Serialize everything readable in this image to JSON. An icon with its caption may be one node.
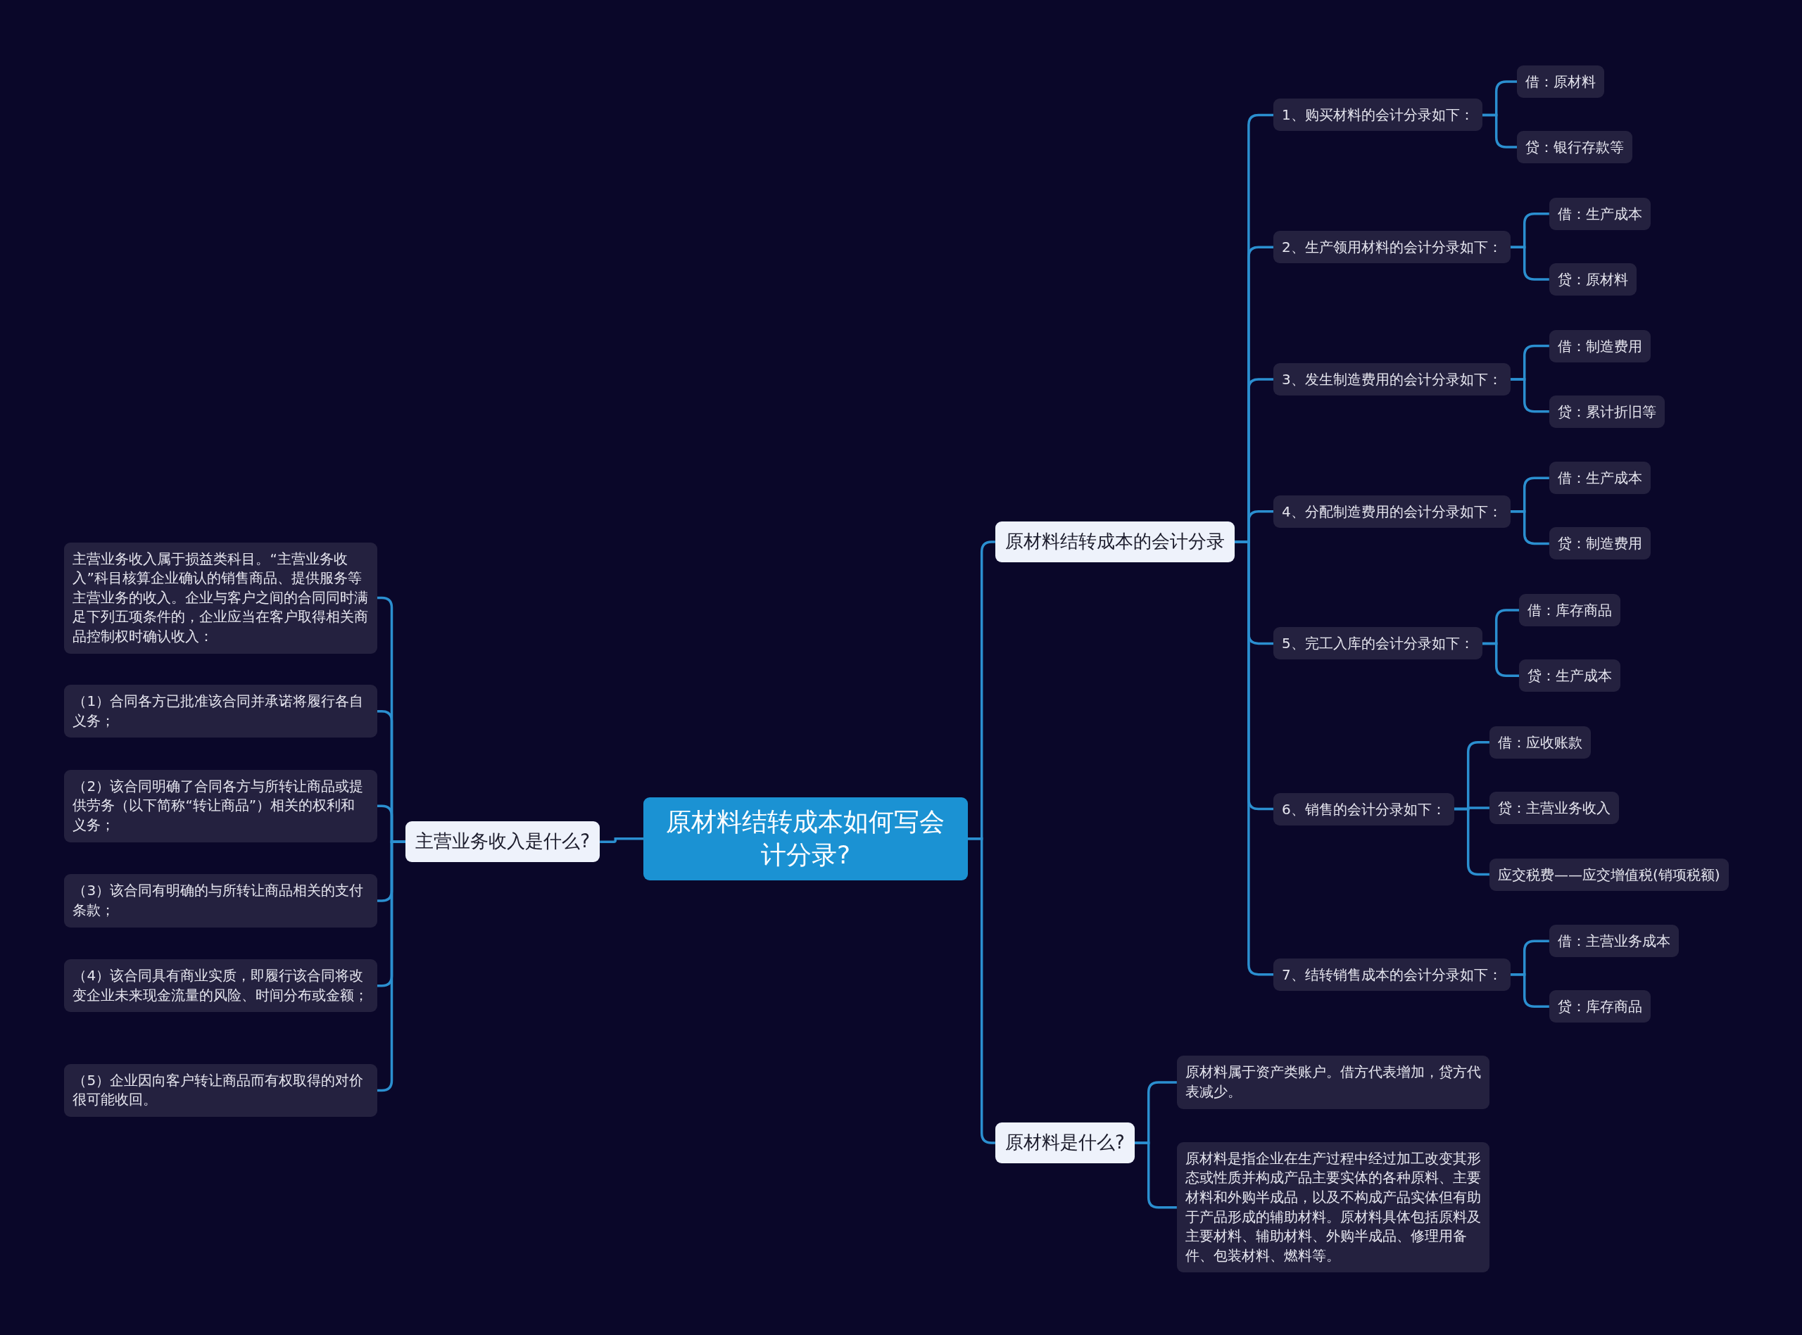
{
  "diagram": {
    "nodes": [
      {
        "text": [
          "原材料结转成本如何写会计分录?"
        ]
      },
      {
        "text": [
          "原材料结转成本的会计分录"
        ]
      },
      {
        "text": [
          "1、购买材料的会计分录如下："
        ]
      },
      {
        "text": [
          "借：原材料"
        ]
      },
      {
        "text": [
          "贷：银行存款等"
        ]
      },
      {
        "text": [
          "2、生产领用材料的会计分录如下："
        ]
      },
      {
        "text": [
          "借：生产成本"
        ]
      },
      {
        "text": [
          "贷：原材料"
        ]
      },
      {
        "text": [
          "3、发生制造费用的会计分录如下："
        ]
      },
      {
        "text": [
          "借：制造费用"
        ]
      },
      {
        "text": [
          "贷：累计折旧等"
        ]
      },
      {
        "text": [
          "4、分配制造费用的会计分录如下："
        ]
      },
      {
        "text": [
          "借：生产成本"
        ]
      },
      {
        "text": [
          "贷：制造费用"
        ]
      },
      {
        "text": [
          "5、完工入库的会计分录如下："
        ]
      },
      {
        "text": [
          "借：库存商品"
        ]
      },
      {
        "text": [
          "贷：生产成本"
        ]
      },
      {
        "text": [
          "6、销售的会计分录如下："
        ]
      },
      {
        "text": [
          "借：应收账款"
        ]
      },
      {
        "text": [
          "贷：主营业务收入"
        ]
      },
      {
        "text": [
          "应交税费——应交增值税(销项税额)"
        ]
      },
      {
        "text": [
          "7、结转销售成本的会计分录如下："
        ]
      },
      {
        "text": [
          "借：主营业务成本"
        ]
      },
      {
        "text": [
          "贷：库存商品"
        ]
      },
      {
        "text": [
          "原材料是什么?"
        ]
      },
      {
        "text": [
          "原材料属于资产类账户。借方代表增加，贷方代表减少。"
        ]
      },
      {
        "text": [
          "原材料是指企业在生产过程中经过加工改变其形态或性质并构成产品主要实体的各种原料、主要材料和外购半成品，以及不构成产品实体但有助于产品形成的辅助材料。原材料具体包括原料及主要材料、辅助材料、外购半成品、修理用备件、包装材料、燃料等。"
        ]
      },
      {
        "text": [
          "主营业务收入是什么?"
        ]
      },
      {
        "text": [
          "主营业务收入属于损益类科目。“主营业务收入”科目核算企业确认的销售商品、提供服务等主营业务的收入。企业与客户之间的合同同时满足下列五项条件的，企业应当在客户取得相关商品控制权时确认收入："
        ]
      },
      {
        "text": [
          "（1）合同各方已批准该合同并承诺将履行各自义务；"
        ]
      },
      {
        "text": [
          "（2）该合同明确了合同各方与所转让商品或提供劳务（以下简称“转让商品”）相关的权利和义务；"
        ]
      },
      {
        "text": [
          "（3）该合同有明确的与所转让商品相关的支付条款；"
        ]
      },
      {
        "text": [
          "（4）该合同具有商业实质，即履行该合同将改变企业未来现金流量的风险、时间分布或金额；"
        ]
      },
      {
        "text": [
          "（5）企业因向客户转让商品而有权取得的对价很可能收回。"
        ]
      }
    ],
    "edges": [
      {
        "from": 0,
        "to": 1,
        "arrow": "none"
      },
      {
        "from": 1,
        "to": 2,
        "arrow": "none"
      },
      {
        "from": 2,
        "to": 3,
        "arrow": "none"
      },
      {
        "from": 2,
        "to": 4,
        "arrow": "none"
      },
      {
        "from": 1,
        "to": 5,
        "arrow": "none"
      },
      {
        "from": 5,
        "to": 6,
        "arrow": "none"
      },
      {
        "from": 5,
        "to": 7,
        "arrow": "none"
      },
      {
        "from": 1,
        "to": 8,
        "arrow": "none"
      },
      {
        "from": 8,
        "to": 9,
        "arrow": "none"
      },
      {
        "from": 8,
        "to": 10,
        "arrow": "none"
      },
      {
        "from": 1,
        "to": 11,
        "arrow": "none"
      },
      {
        "from": 11,
        "to": 12,
        "arrow": "none"
      },
      {
        "from": 11,
        "to": 13,
        "arrow": "none"
      },
      {
        "from": 1,
        "to": 14,
        "arrow": "none"
      },
      {
        "from": 14,
        "to": 15,
        "arrow": "none"
      },
      {
        "from": 14,
        "to": 16,
        "arrow": "none"
      },
      {
        "from": 1,
        "to": 17,
        "arrow": "none"
      },
      {
        "from": 17,
        "to": 18,
        "arrow": "none"
      },
      {
        "from": 17,
        "to": 19,
        "arrow": "none"
      },
      {
        "from": 17,
        "to": 20,
        "arrow": "none"
      },
      {
        "from": 1,
        "to": 21,
        "arrow": "none"
      },
      {
        "from": 21,
        "to": 22,
        "arrow": "none"
      },
      {
        "from": 21,
        "to": 23,
        "arrow": "none"
      },
      {
        "from": 0,
        "to": 24,
        "arrow": "none"
      },
      {
        "from": 24,
        "to": 25,
        "arrow": "none"
      },
      {
        "from": 24,
        "to": 26,
        "arrow": "none"
      },
      {
        "from": 0,
        "to": 27,
        "arrow": "none"
      },
      {
        "from": 27,
        "to": 28,
        "arrow": "none"
      },
      {
        "from": 27,
        "to": 29,
        "arrow": "none"
      },
      {
        "from": 27,
        "to": 30,
        "arrow": "none"
      },
      {
        "from": 27,
        "to": 31,
        "arrow": "none"
      },
      {
        "from": 27,
        "to": 32,
        "arrow": "none"
      },
      {
        "from": 27,
        "to": 33,
        "arrow": "none"
      }
    ]
  }
}
